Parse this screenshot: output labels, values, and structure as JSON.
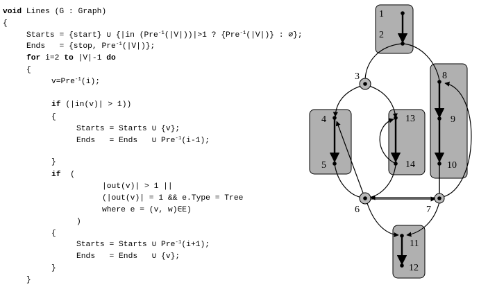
{
  "code": {
    "lines": [
      {
        "kw": "void",
        "text": " Lines (G : Graph)"
      },
      {
        "text": "{"
      },
      {
        "html": "Starts = {start} &#8746; {|in (Pre<sup>-1</sup>(|V|))|>1 ? {Pre<sup>-1</sup>(|V|)} : &#8709;};"
      },
      {
        "html": "Ends   = {stop, Pre<sup>-1</sup>(|V|)};"
      },
      {
        "html": "<b>for</b> i=2 <b>to</b> |V|-1 <b>do</b>"
      },
      {
        "text": "{"
      },
      {
        "html": "v=Pre<sup>-1</sup>(i);"
      },
      {
        "html": "<b>if</b> (|in(v)| > 1))"
      },
      {
        "text": "{"
      },
      {
        "html": "Starts = Starts &#8746; {v};"
      },
      {
        "html": "Ends   = Ends   &#8746; Pre<sup>-1</sup>(i-1);"
      },
      {
        "text": "}"
      },
      {
        "html": "<b>if</b>  ("
      },
      {
        "text": "|out(v)| > 1 ||"
      },
      {
        "text": "(|out(v)| = 1 && e.Type = Tree"
      },
      {
        "html": "where e = (v, w)&#8712;E)"
      },
      {
        "text": ")"
      },
      {
        "text": "{"
      },
      {
        "html": "Starts = Starts &#8746; Pre<sup>-1</sup>(i+1);"
      },
      {
        "html": "Ends   = Ends   &#8746; {v};"
      },
      {
        "text": "}"
      },
      {
        "text": "}"
      }
    ]
  },
  "graph": {
    "node_labels": [
      "1",
      "2",
      "3",
      "4",
      "5",
      "6",
      "7",
      "8",
      "9",
      "10",
      "11",
      "12",
      "13",
      "14"
    ],
    "group_fill": "#b0b0b0",
    "junction_fill": "#b8b8b8"
  }
}
